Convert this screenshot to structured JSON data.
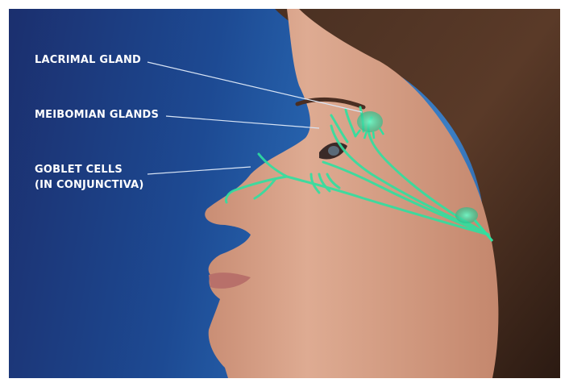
{
  "labels": {
    "lacrimal": "LACRIMAL GLAND",
    "meibomian": "MEIBOMIAN GLANDS",
    "goblet_line1": "GOBLET CELLS",
    "goblet_line2": "(IN CONJUNCTIVA)"
  },
  "colors": {
    "background_dark": "#1b2f6e",
    "background_light": "#3b7ec4",
    "gland_glow": "#2fe0a0",
    "skin": "#d9a48a",
    "hair": "#3a261c",
    "label_text": "#ffffff"
  },
  "icons": [
    "face-illustration",
    "lacrimal-gland-icon",
    "nerve-branches-icon",
    "ganglion-icon"
  ]
}
